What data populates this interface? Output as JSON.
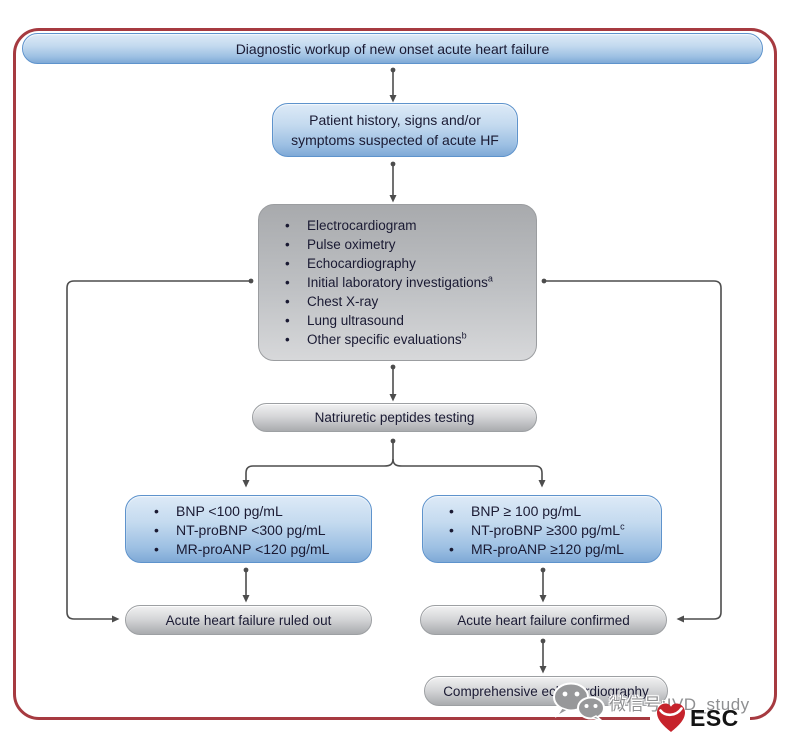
{
  "figure": {
    "title": "Diagnostic workup of new onset acute heart failure",
    "bullet": "•",
    "patient": {
      "line1": "Patient history, signs and/or",
      "line2": "symptoms suspected of acute HF"
    },
    "initial_assessment": {
      "items": [
        {
          "text": "Electrocardiogram"
        },
        {
          "text": "Pulse oximetry"
        },
        {
          "text": "Echocardiography"
        },
        {
          "text": "Initial laboratory investigations",
          "sup": "a"
        },
        {
          "text": "Chest X-ray"
        },
        {
          "text": "Lung ultrasound"
        },
        {
          "text": "Other specific evaluations",
          "sup": "b"
        }
      ]
    },
    "np_testing": "Natriuretic peptides testing",
    "np_below_cutoff": {
      "items": [
        {
          "text": "BNP <100 pg/mL"
        },
        {
          "text": "NT-proBNP <300 pg/mL"
        },
        {
          "text": "MR-proANP <120 pg/mL"
        }
      ]
    },
    "np_above_cutoff": {
      "items": [
        {
          "text": "BNP ≥ 100 pg/mL"
        },
        {
          "text": "NT-proBNP ≥300 pg/mL",
          "sup": "c"
        },
        {
          "text": "MR-proANP ≥120 pg/mL"
        }
      ]
    },
    "ruled_out": "Acute heart failure ruled out",
    "confirmed": "Acute heart failure confirmed",
    "echo": "Comprehensive echocardiography"
  },
  "watermark": {
    "wechat_label": "微信号:IVD_study"
  },
  "logo": {
    "text": "ESC"
  },
  "colors": {
    "border_red": "#a63a40",
    "esc_red": "#c6232c",
    "blue_border": "#5e93cc",
    "blue_fill_top": "#ddeaf7",
    "blue_fill_bottom": "#7fa9d6",
    "gray_fill_top": "#a8aaad",
    "gray_fill_bottom": "#d7d8da",
    "line_gray": "#4d4d4d",
    "text_navy": "#1a1a33",
    "watermark_gray": "#8f9092"
  }
}
